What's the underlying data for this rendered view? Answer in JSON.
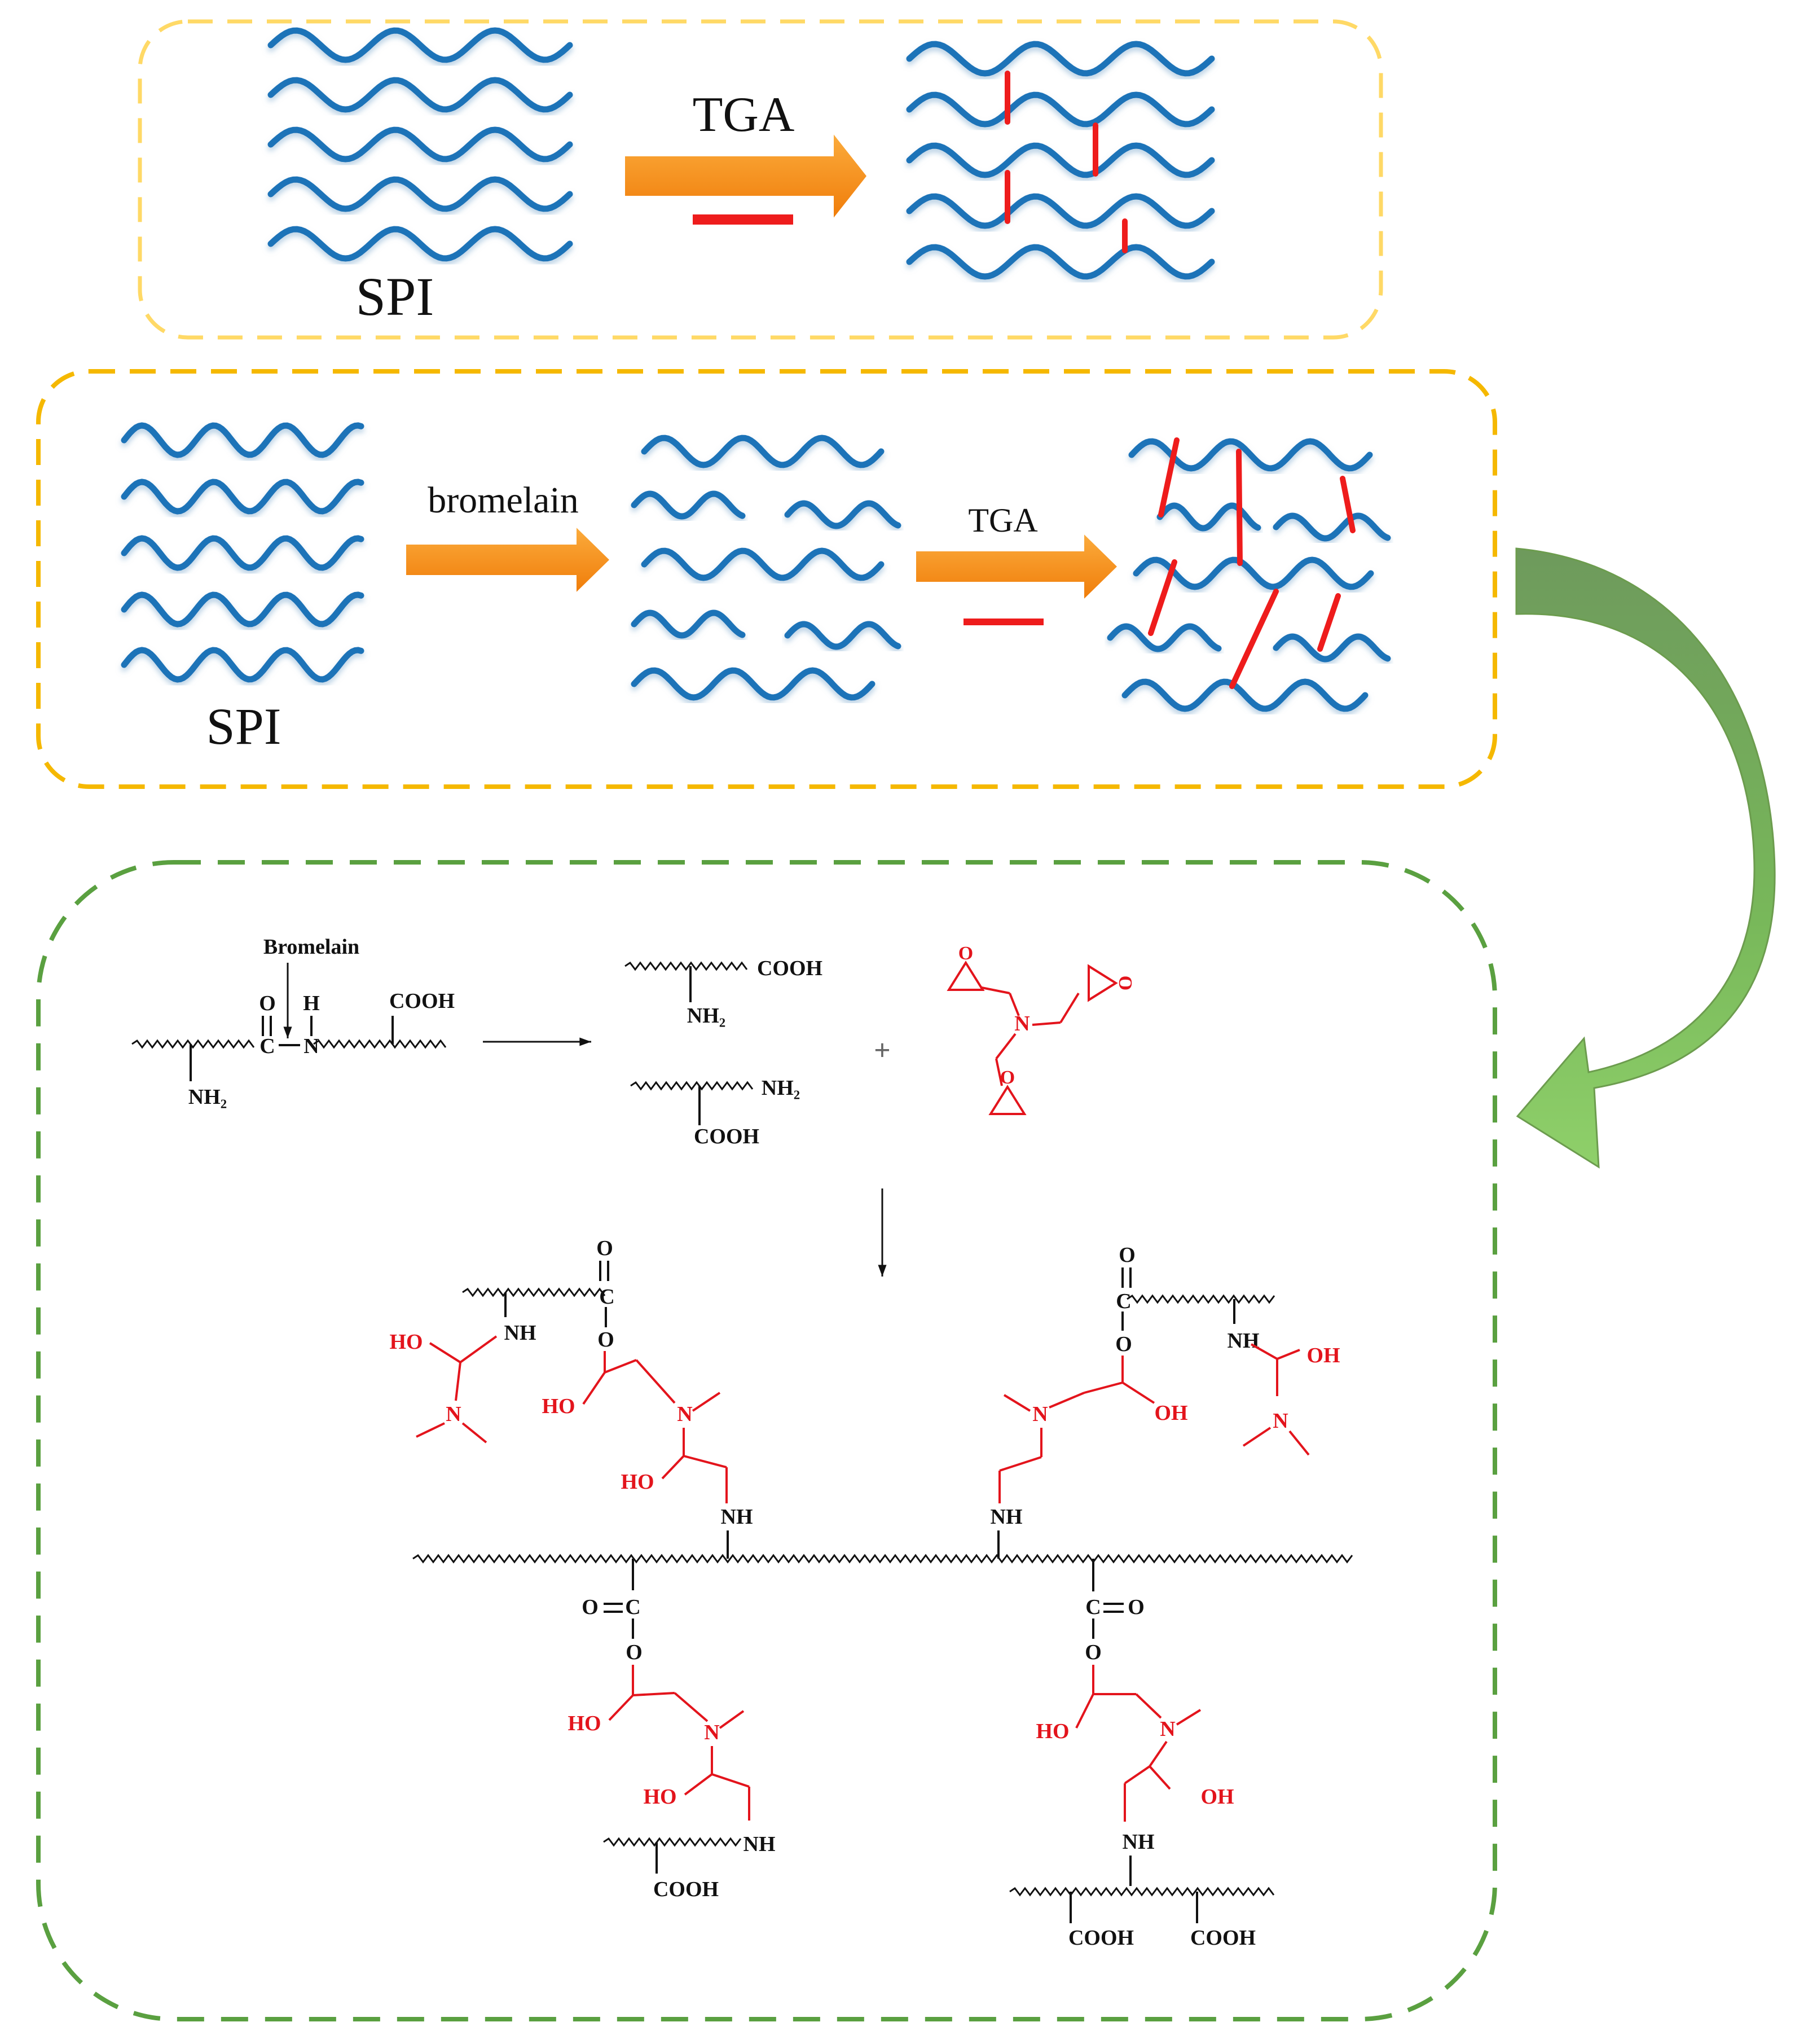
{
  "colors": {
    "chain_blue": "#1a73b8",
    "crosslink_red": "#ee1c1c",
    "arrow_orange": "#f7941d",
    "box_yellow_light": "#ffd966",
    "box_yellow": "#f5b800",
    "box_green": "#5aa040",
    "curved_arrow_green": "#7fbf5f",
    "chem_black": "#111111",
    "chem_red": "#e3141c"
  },
  "panel1": {
    "spi_label": "SPI",
    "tga_label": "TGA"
  },
  "panel2": {
    "spi_label": "SPI",
    "bromelain_label": "bromelain",
    "tga_label": "TGA"
  },
  "panel3": {
    "enzyme_label": "Bromelain",
    "plus": "+",
    "atoms": {
      "O": "O",
      "H": "H",
      "C": "C",
      "N": "N",
      "NH": "NH",
      "COOH": "COOH",
      "NH2": "NH₂",
      "HO": "HO",
      "OH": "OH"
    }
  }
}
